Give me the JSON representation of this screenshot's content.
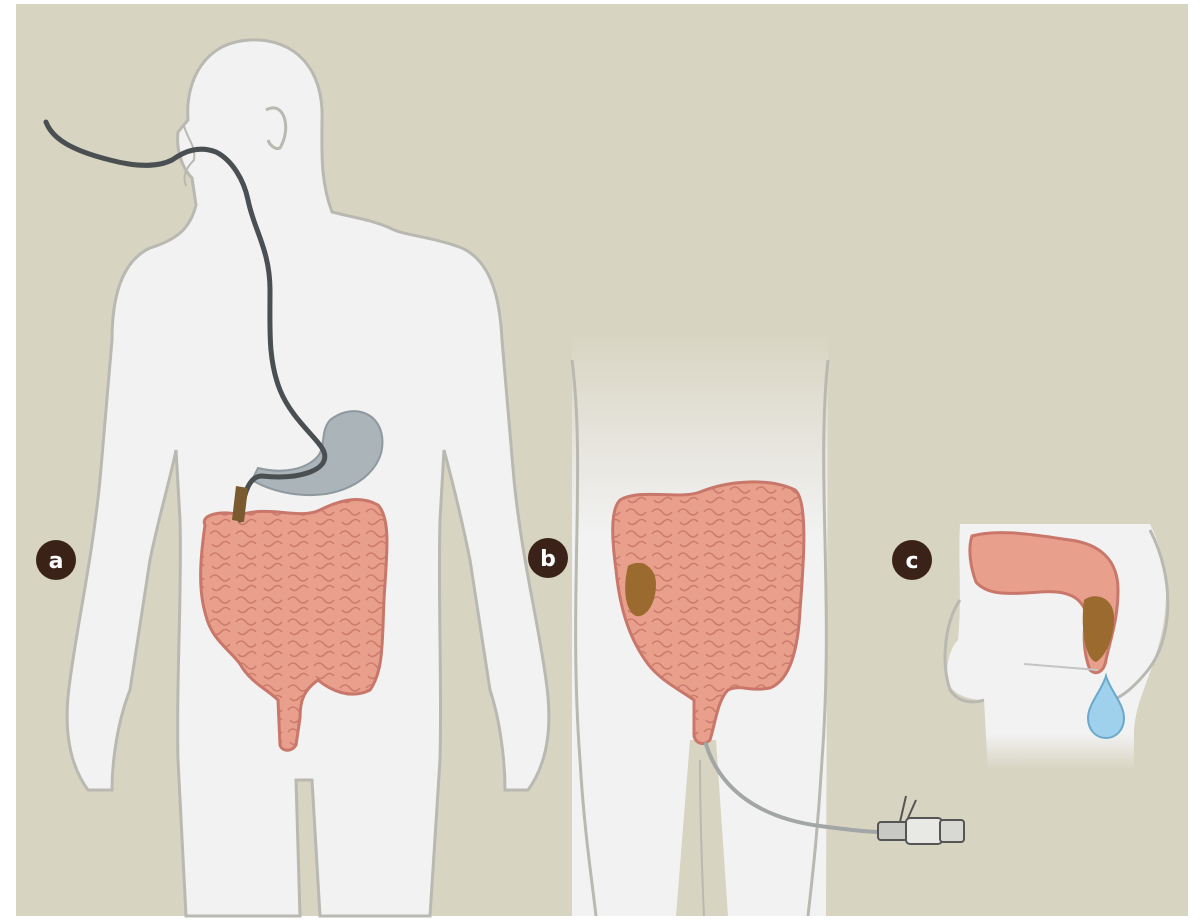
{
  "panels": [
    {
      "id": "a",
      "label": "a"
    },
    {
      "id": "b",
      "label": "b"
    },
    {
      "id": "c",
      "label": "c"
    }
  ],
  "colors": {
    "background": "#d8d4c2",
    "body": "#f2f2f2",
    "body_outline": "#b9b9b2",
    "intestine": "#e8a08c",
    "intestine_outline": "#c9776a",
    "stomach": "#aab4b9",
    "tube": "#4a4f52",
    "stool": "#9a6a2e",
    "water": "#9fd0ec",
    "label_circle": "#3a2218"
  },
  "icons": {
    "nasogastric_tube": "tube-icon",
    "rectal_catheter": "catheter-icon",
    "enema_bulb": "drop-icon"
  }
}
